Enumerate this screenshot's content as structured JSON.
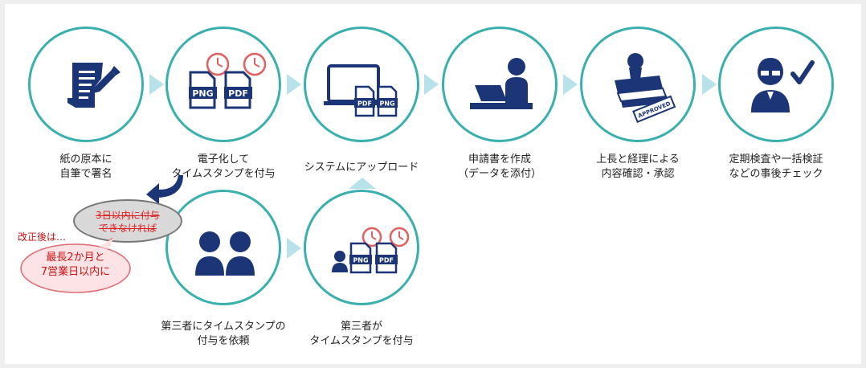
{
  "steps": [
    {
      "label_lines": [
        "紙の原本に",
        "自筆で署名"
      ]
    },
    {
      "label_lines": [
        "電子化して",
        "タイムスタンプを付与"
      ]
    },
    {
      "label_lines": [
        "システムにアップロード"
      ]
    },
    {
      "label_lines": [
        "申請書を作成",
        "（データを添付）"
      ]
    },
    {
      "label_lines": [
        "上長と経理による",
        "内容確認・承認"
      ]
    },
    {
      "label_lines": [
        "定期検査や一括検証",
        "などの事後チェック"
      ]
    },
    {
      "label_lines": [
        "第三者にタイムスタンプの",
        "付与を依頼"
      ]
    },
    {
      "label_lines": [
        "第三者が",
        "タイムスタンプを付与"
      ]
    }
  ],
  "icons": {
    "png": "PNG",
    "pdf": "PDF",
    "approved": "APPROVED"
  },
  "annotation": {
    "note": "改正後は…",
    "old_rule": [
      "3日以内に付与",
      "できなければ"
    ],
    "new_rule": [
      "最長2か月と",
      "7営業日以内に"
    ]
  },
  "colors": {
    "circle_border": "#3ab0ae",
    "icon_navy": "#1c3577",
    "clock_red": "#e06060",
    "chevron": "#b8e2ea",
    "annotation_red": "#cc1111"
  }
}
